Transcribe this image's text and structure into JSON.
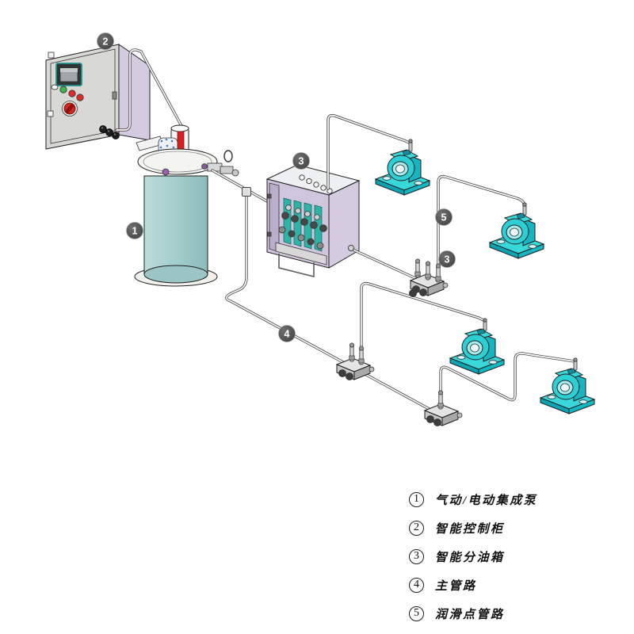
{
  "legend": {
    "items": [
      {
        "num": "1",
        "label": "气动/电动集成泵"
      },
      {
        "num": "2",
        "label": "智能控制柜"
      },
      {
        "num": "3",
        "label": "智能分油箱"
      },
      {
        "num": "4",
        "label": "主管路"
      },
      {
        "num": "5",
        "label": "润滑点管路"
      }
    ]
  },
  "callouts": {
    "pump": "1",
    "cabinet": "2",
    "oil_box": "3",
    "distributor": "3",
    "main_line": "4",
    "lube_line": "5"
  },
  "colors": {
    "bearing_teal": "#2dd2d6",
    "tank_teal": "#a6cfce",
    "cabinet_gray": "#d8d9d4",
    "side_lavender": "#d4cbe0",
    "module_teal": "#2fb3a6",
    "button_green": "#3db54a",
    "alert_red": "#d92f26",
    "pipe_outline": "#4a4a4a",
    "callout_bg": "#4d4d4d"
  }
}
